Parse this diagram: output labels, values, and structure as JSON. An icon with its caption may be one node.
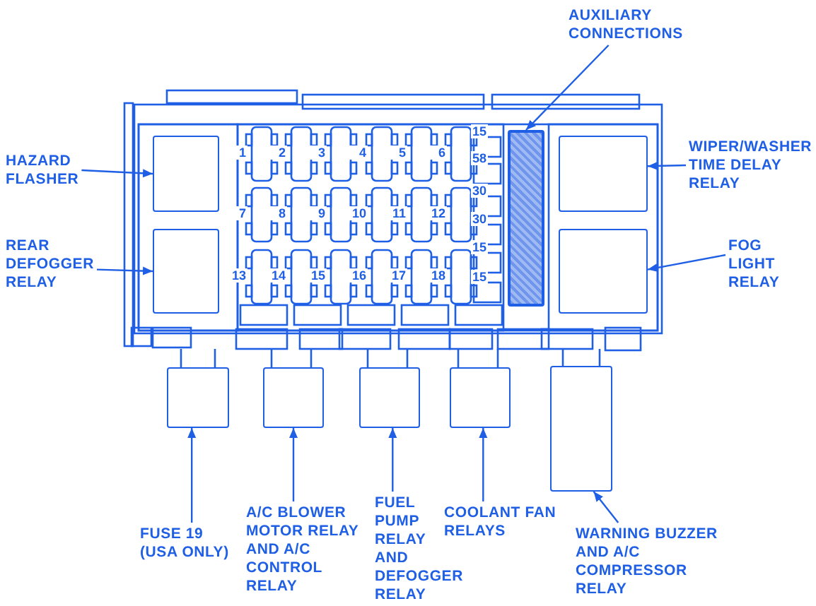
{
  "diagram": {
    "nodes": [
      {
        "text": [
          "HAZARD FLASHER"
        ]
      },
      {
        "text": [
          "REAR DEFOGGER RELAY"
        ]
      },
      {
        "text": [
          "AUXILIARY CONNECTIONS"
        ]
      },
      {
        "text": [
          "WIPER/WASHER TIME DELAY RELAY"
        ]
      },
      {
        "text": [
          "FOG LIGHT RELAY"
        ]
      },
      {
        "text": [
          "FUSE 19 (USA ONLY)"
        ]
      },
      {
        "text": [
          "A/C BLOWER MOTOR RELAY AND A/C CONTROL RELAY"
        ]
      },
      {
        "text": [
          "FUEL PUMP RELAY AND DEFOGGER RELAY"
        ]
      },
      {
        "text": [
          "COOLANT FAN RELAYS"
        ]
      },
      {
        "text": [
          "WARNING BUZZER AND A/C COMPRESSOR RELAY"
        ]
      },
      {
        "text": [],
        "shape": "box"
      },
      {
        "text": [],
        "shape": "box"
      },
      {
        "text": [],
        "shape": "bar"
      },
      {
        "text": [],
        "shape": "box"
      },
      {
        "text": [],
        "shape": "box"
      },
      {
        "text": [],
        "shape": "box"
      },
      {
        "text": [],
        "shape": "box"
      },
      {
        "text": [],
        "shape": "box"
      },
      {
        "text": [],
        "shape": "box"
      },
      {
        "text": [],
        "shape": "box"
      }
    ],
    "edges": [
      {
        "from": 0,
        "to": 10,
        "arrow": "to"
      },
      {
        "from": 1,
        "to": 11,
        "arrow": "to"
      },
      {
        "from": 2,
        "to": 12,
        "arrow": "to"
      },
      {
        "from": 3,
        "to": 13,
        "arrow": "to"
      },
      {
        "from": 4,
        "to": 14,
        "arrow": "to"
      },
      {
        "from": 5,
        "to": 15,
        "arrow": "to"
      },
      {
        "from": 6,
        "to": 16,
        "arrow": "to"
      },
      {
        "from": 7,
        "to": 17,
        "arrow": "to"
      },
      {
        "from": 8,
        "to": 18,
        "arrow": "to"
      },
      {
        "from": 9,
        "to": 19,
        "arrow": "to"
      }
    ],
    "labels": [
      "1",
      "2",
      "3",
      "4",
      "5",
      "6",
      "15",
      "58",
      "7",
      "8",
      "9",
      "10",
      "11",
      "12",
      "30",
      "30",
      "15",
      "13",
      "14",
      "15",
      "16",
      "17",
      "18",
      "15"
    ]
  }
}
